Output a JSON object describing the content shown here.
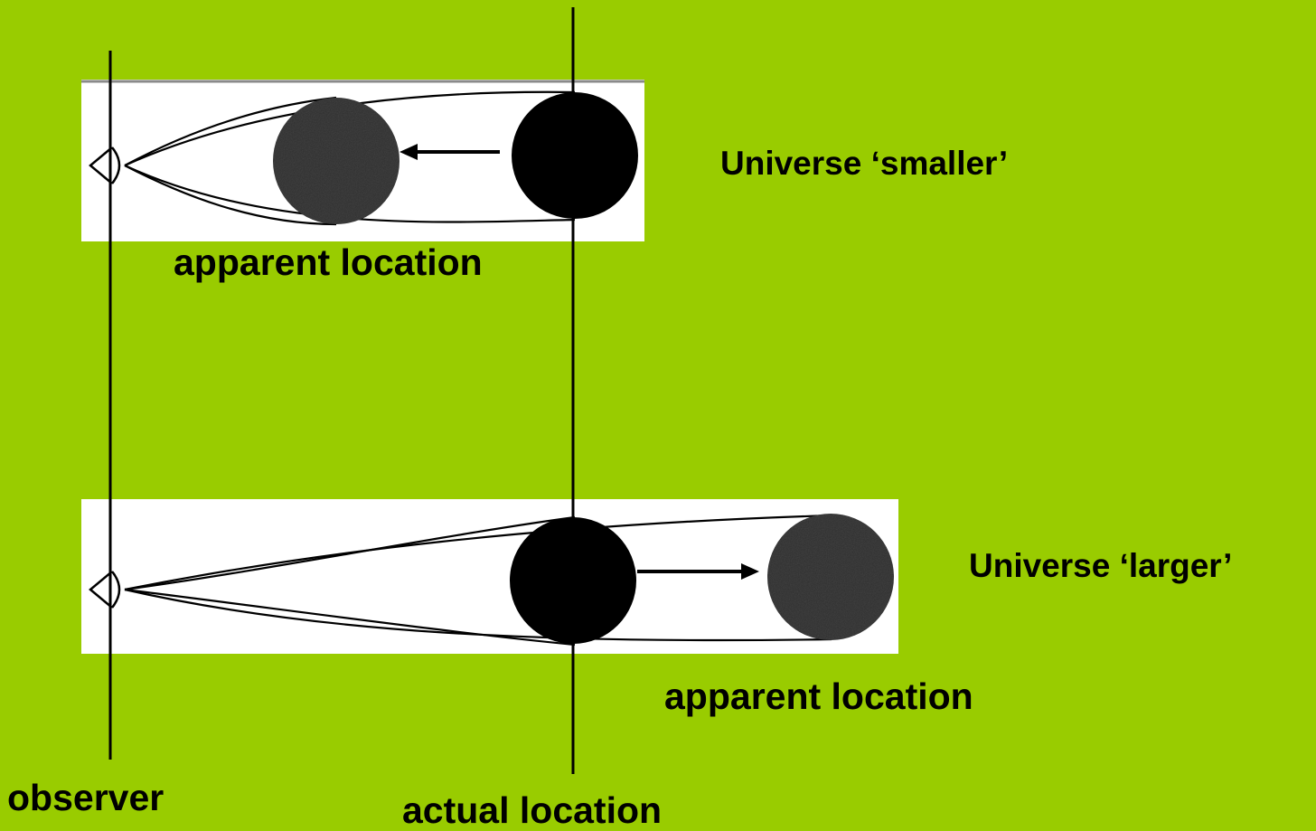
{
  "labels": {
    "universe_smaller": "Universe ‘smaller’",
    "universe_larger": "Universe ‘larger’",
    "apparent_location_top": "apparent location",
    "apparent_location_bottom": "apparent location",
    "observer": "observer",
    "actual_location": "actual location"
  },
  "colors": {
    "background": "#99cc00",
    "panel": "#ffffff",
    "ink": "#000000",
    "apparent_disc": "#2e2e2e"
  }
}
